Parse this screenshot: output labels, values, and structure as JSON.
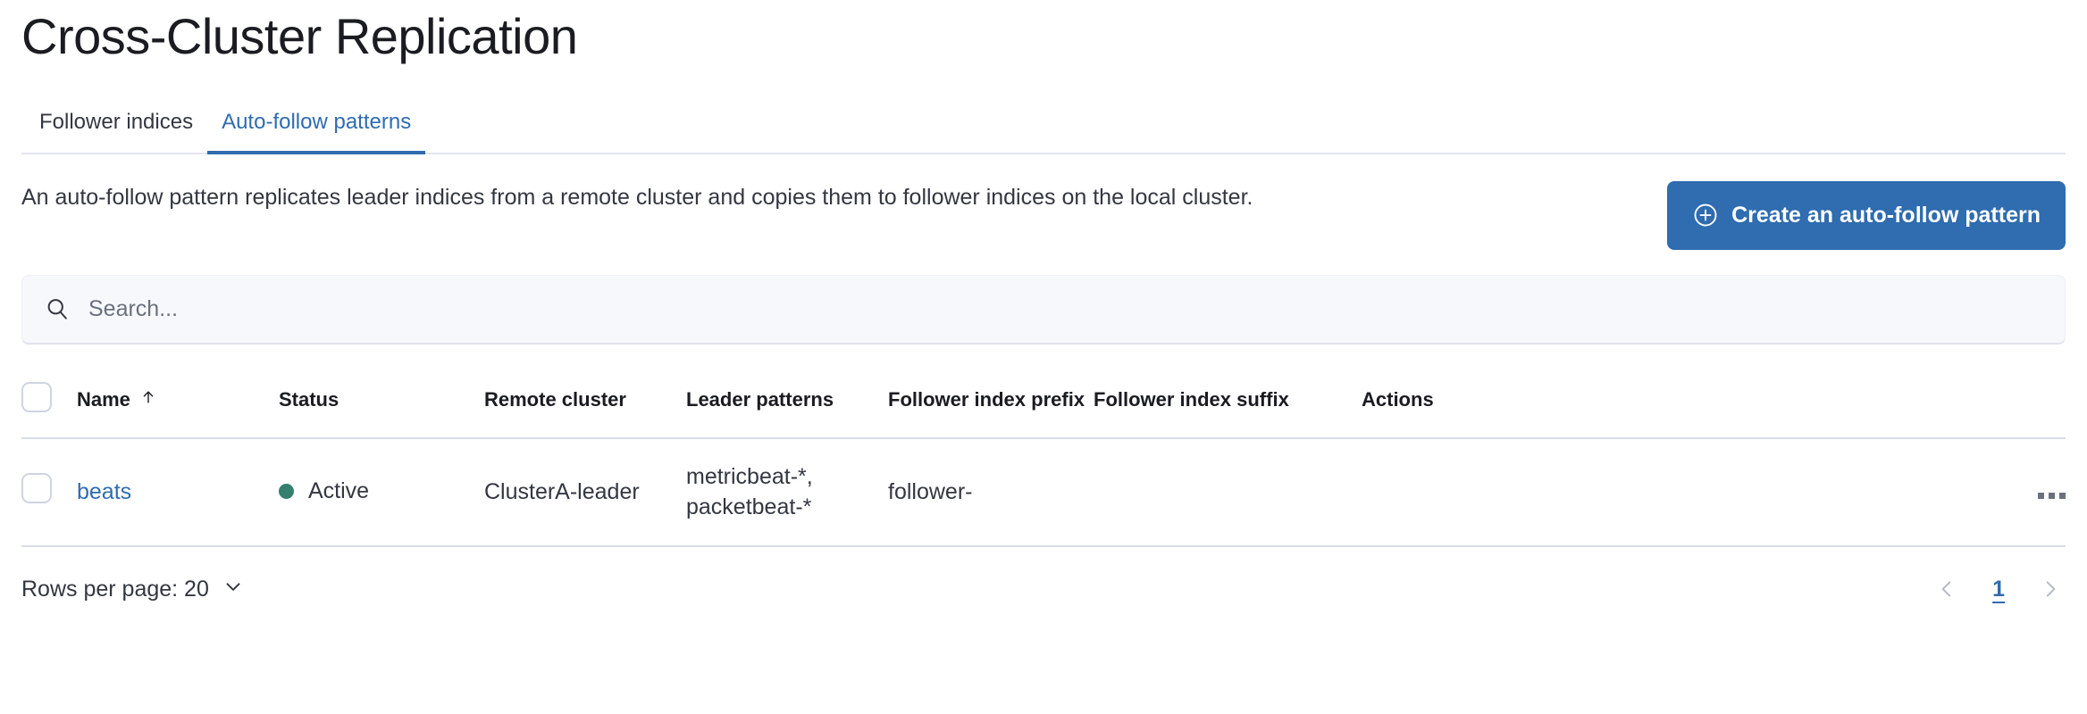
{
  "header": {
    "title": "Cross-Cluster Replication"
  },
  "tabs": [
    {
      "label": "Follower indices",
      "active": false
    },
    {
      "label": "Auto-follow patterns",
      "active": true
    }
  ],
  "intro": {
    "description": "An auto-follow pattern replicates leader indices from a remote cluster and copies them to follower indices on the local cluster.",
    "create_button_label": "Create an auto-follow pattern",
    "create_button_icon": "plus-in-circle-icon"
  },
  "search": {
    "placeholder": "Search...",
    "value": "",
    "icon": "search-icon"
  },
  "table": {
    "columns": [
      {
        "key": "name",
        "label": "Name",
        "sorted": true,
        "sort_icon": "sort-up-arrow-icon"
      },
      {
        "key": "status",
        "label": "Status"
      },
      {
        "key": "remote_cluster",
        "label": "Remote cluster"
      },
      {
        "key": "leader_patterns",
        "label": "Leader patterns"
      },
      {
        "key": "follower_index_prefix",
        "label": "Follower index prefix"
      },
      {
        "key": "follower_index_suffix",
        "label": "Follower index suffix"
      },
      {
        "key": "actions",
        "label": "Actions"
      }
    ],
    "rows": [
      {
        "name": "beats",
        "status": "Active",
        "status_color": "#357f6e",
        "remote_cluster": "ClusterA-leader",
        "leader_patterns": "metricbeat-*, packetbeat-*",
        "follower_index_prefix": "follower-",
        "follower_index_suffix": "",
        "actions_icon": "ellipsis-horizontal-icon"
      }
    ]
  },
  "footer": {
    "rows_per_page_label": "Rows per page: 20",
    "rows_per_page_icon": "chevron-down-icon",
    "pagination": {
      "prev_icon": "chevron-left-icon",
      "next_icon": "chevron-right-icon",
      "pages": [
        "1"
      ],
      "current_page": "1"
    }
  },
  "colors": {
    "primary": "#2f6cb0",
    "text": "#343741",
    "title": "#1a1c21",
    "success": "#357f6e",
    "border": "#d7dce6",
    "search_bg": "#f7f8fc"
  }
}
